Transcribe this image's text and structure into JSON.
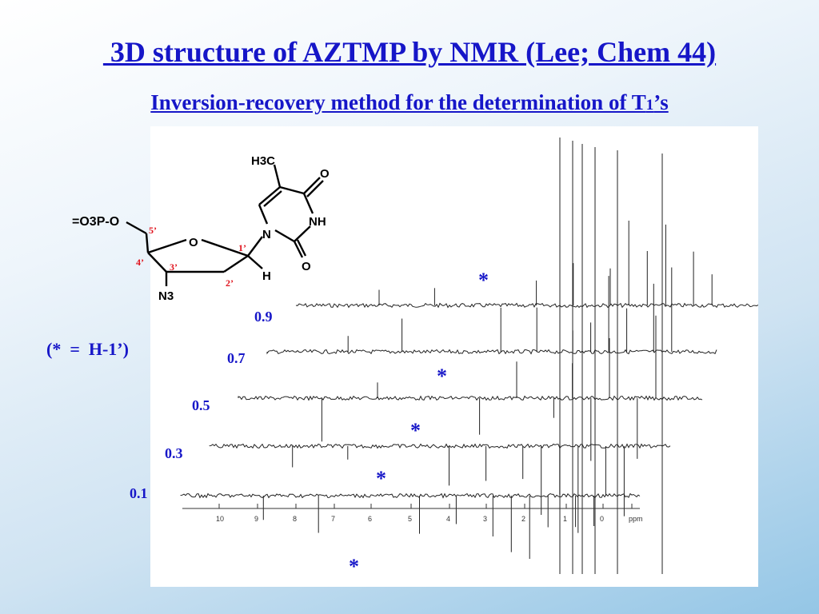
{
  "slide": {
    "title": " 3D structure of AZTMP by NMR (Lee; Chem 44)",
    "subtitle_main": "Inversion-recovery method for the determination of T",
    "subtitle_sub": "1",
    "subtitle_end": "’s",
    "legend_note": "(*  =  H-1’)"
  },
  "molecule": {
    "phosphate": "=O3P-O",
    "methyl": "H3C",
    "carbonyl_top": "O",
    "imide": "NH",
    "carbonyl_bottom": "O",
    "ring_n": "N",
    "ring_o": "O",
    "anomeric_h": "H",
    "azide": "N3",
    "positions": [
      "5’",
      "4’",
      "3’",
      "2’",
      "1’"
    ]
  },
  "spectra": {
    "delays": [
      "0.9",
      "0.7",
      "0.5",
      "0.3",
      "0.1"
    ],
    "star": "*",
    "axis_ticks": [
      "10",
      "9",
      "8",
      "7",
      "6",
      "5",
      "4",
      "3",
      "2",
      "1",
      "0",
      "ppm"
    ]
  }
}
